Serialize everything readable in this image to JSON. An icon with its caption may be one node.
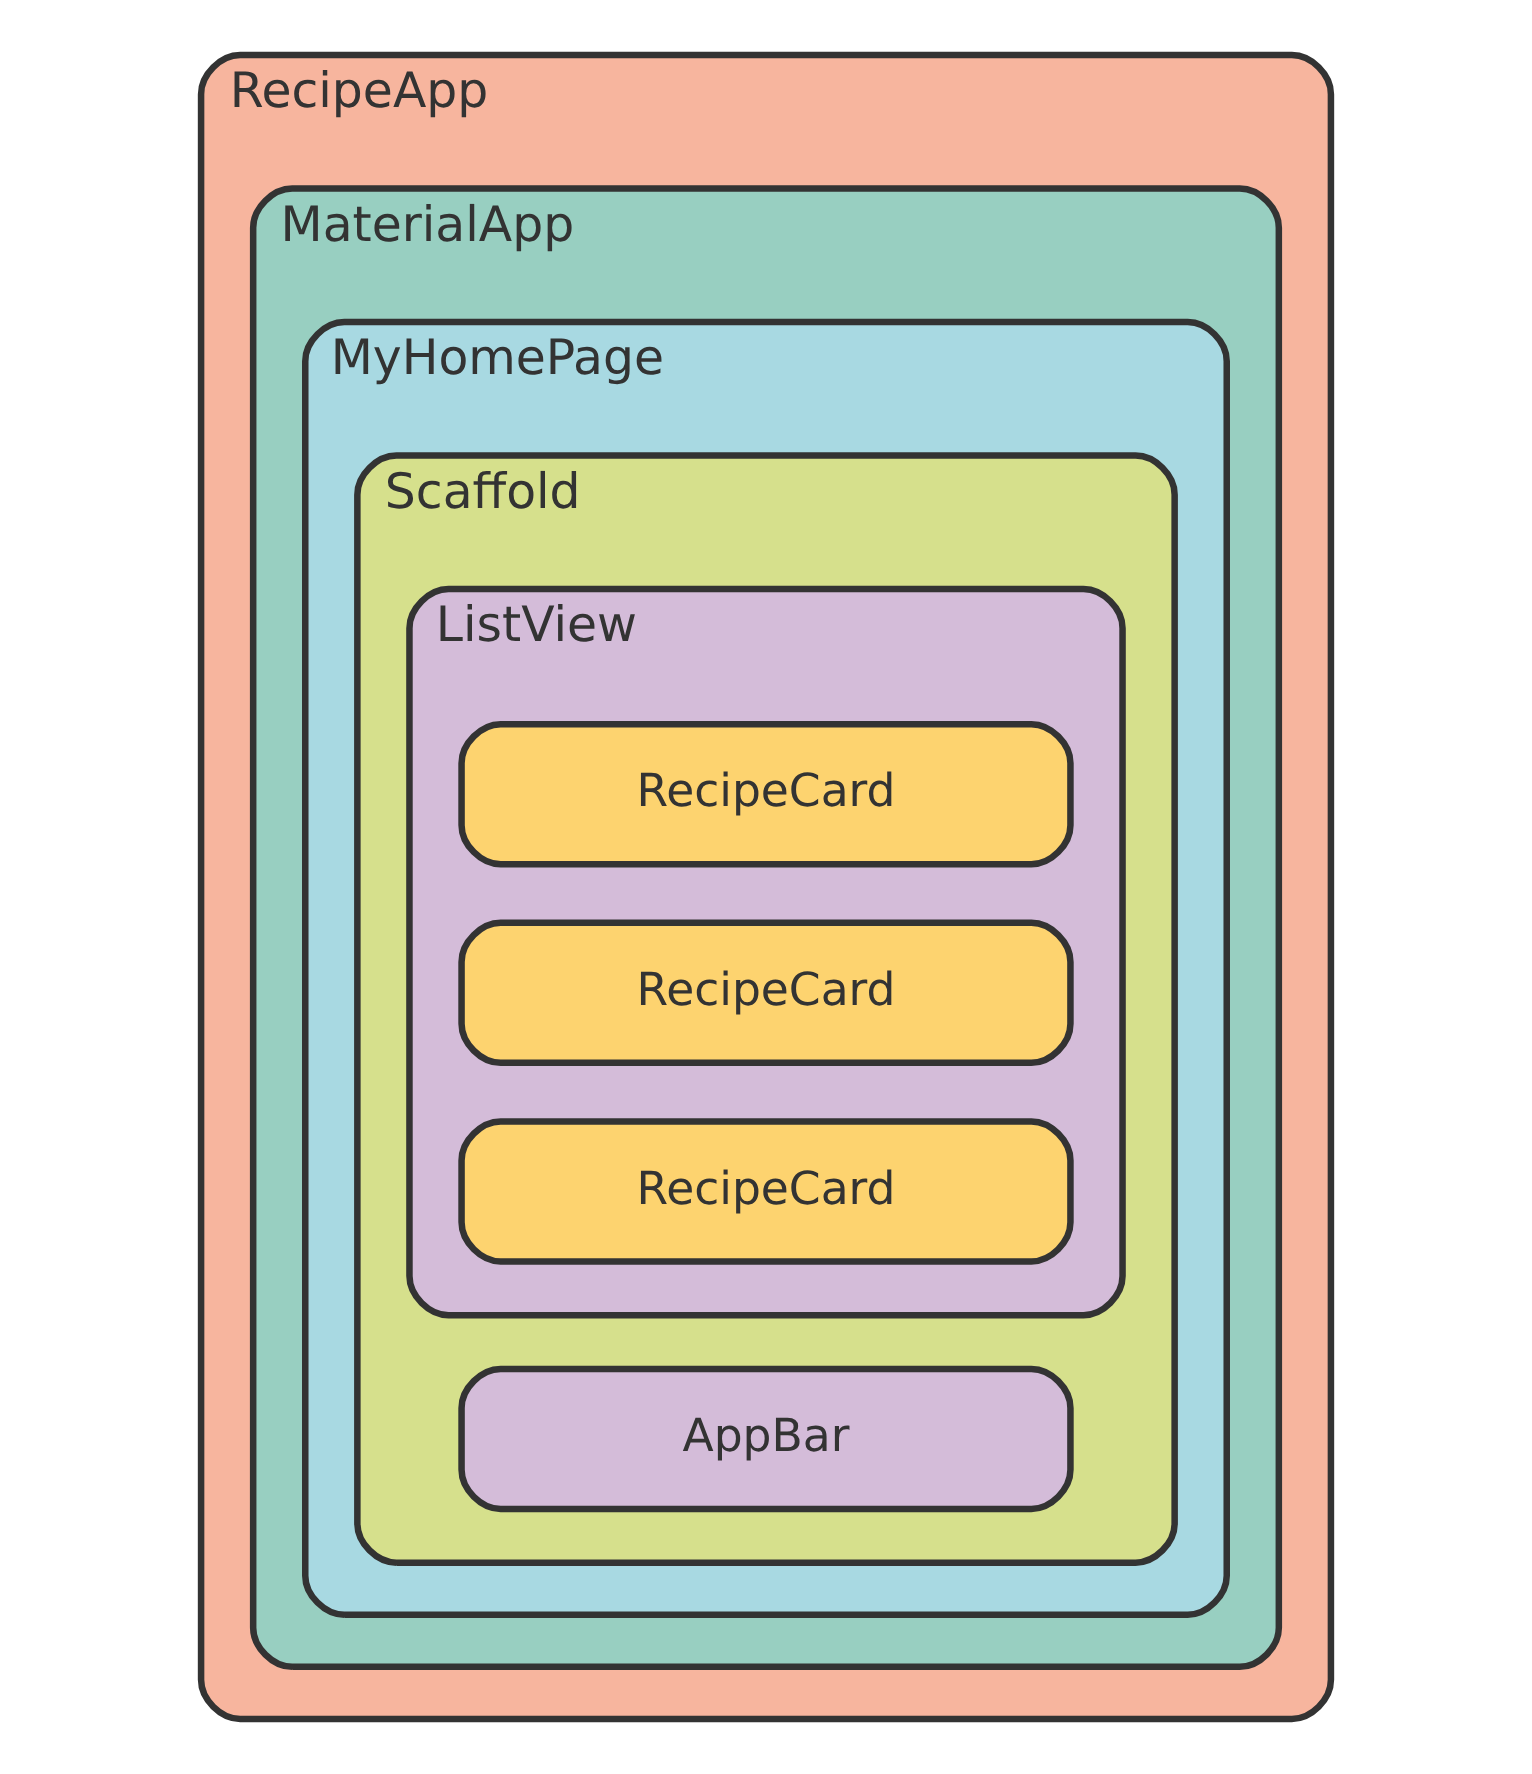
{
  "diagram": {
    "nodes": [
      {
        "text": [
          "RecipeApp"
        ]
      },
      {
        "text": [
          "MaterialApp"
        ],
        "in": 0
      },
      {
        "text": [
          "MyHomePage"
        ],
        "in": 1
      },
      {
        "text": [
          "Scaffold"
        ],
        "in": 2
      },
      {
        "text": [
          "ListView"
        ],
        "in": 3
      },
      {
        "text": [
          "RecipeCard"
        ],
        "in": 4
      },
      {
        "text": [
          "RecipeCard"
        ],
        "in": 4
      },
      {
        "text": [
          "RecipeCard"
        ],
        "in": 4
      },
      {
        "text": [
          "AppBar"
        ],
        "in": 3
      }
    ]
  }
}
